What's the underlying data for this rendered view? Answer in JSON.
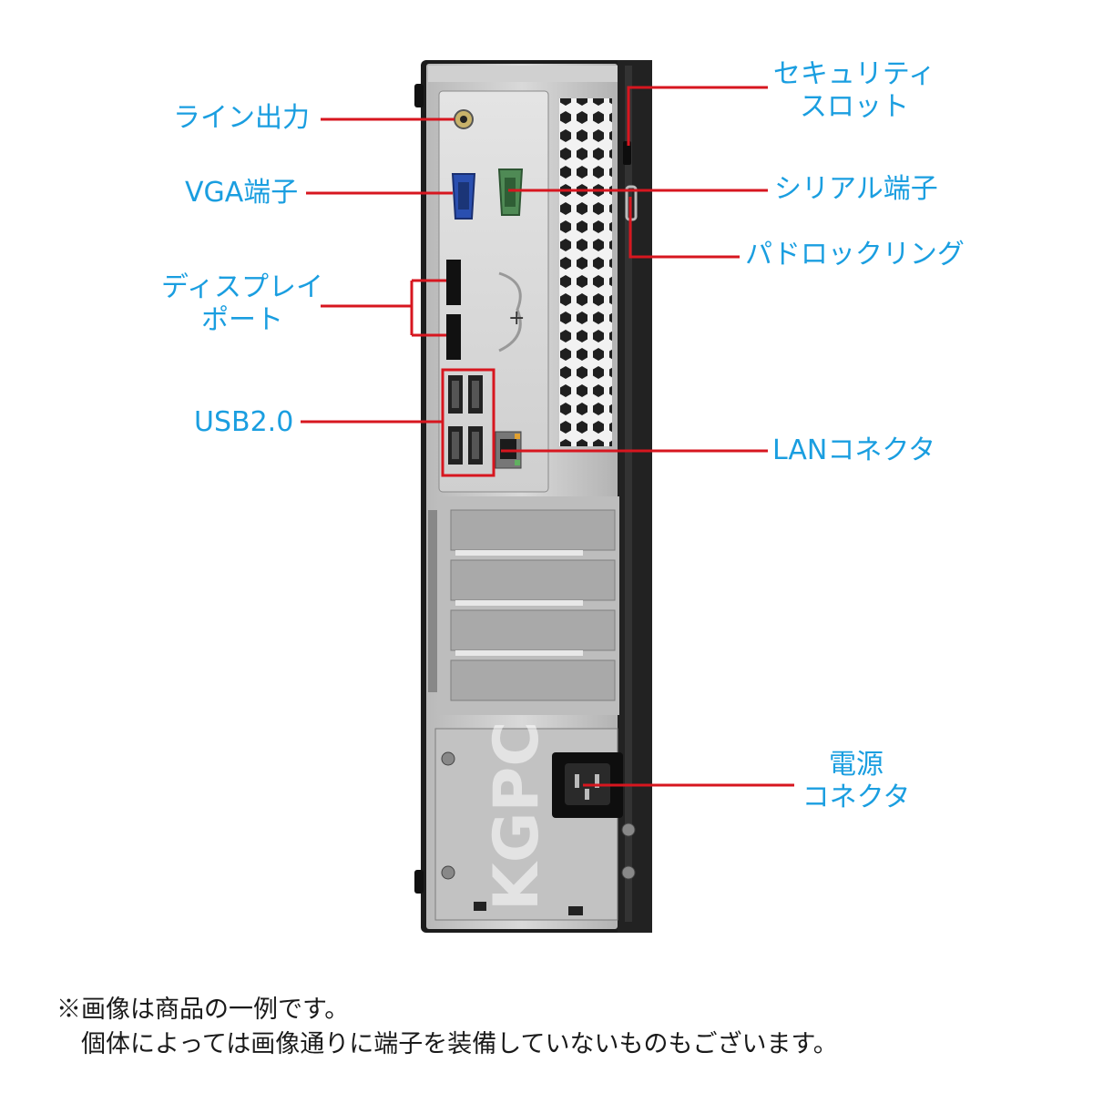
{
  "callouts": {
    "line_out": "ライン出力",
    "vga_port": "VGA端子",
    "displayport_line1": "ディスプレイ",
    "displayport_line2": "ポート",
    "usb": "USB2.0",
    "security_slot_line1": "セキュリティ",
    "security_slot_line2": "スロット",
    "serial_port": "シリアル端子",
    "padlock_ring": "パドロックリング",
    "lan_connector": "LANコネクタ",
    "power_connector_line1": "電源",
    "power_connector_line2": "コネクタ"
  },
  "watermark": "KGPC",
  "notes": {
    "line1": "※画像は商品の一例です。",
    "line2": "　個体によっては画像通りに端子を装備していないものもございます。"
  },
  "colors": {
    "label_text": "#1a9ee0",
    "leader_line": "#d7161f",
    "chassis_frame": "#2b2b2b",
    "chassis_panel": "#c9c9c9",
    "io_plate": "#dcdcdc",
    "vga_connector": "#2a4fb0",
    "serial_connector": "#4f8a55"
  }
}
